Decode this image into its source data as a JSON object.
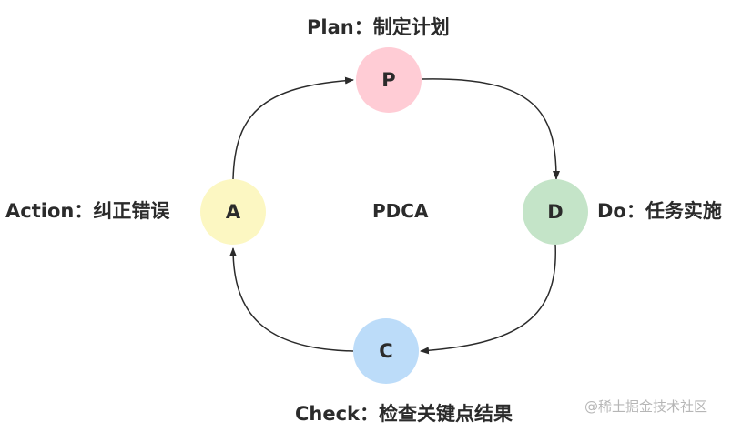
{
  "diagram": {
    "center_title": "PDCA",
    "nodes": [
      {
        "id": "plan",
        "letter": "P",
        "label": "Plan：制定计划",
        "color": "#ffccd5"
      },
      {
        "id": "do",
        "letter": "D",
        "label": "Do：任务实施",
        "color": "#c4e4c8"
      },
      {
        "id": "check",
        "letter": "C",
        "label": "Check：检查关键点结果",
        "color": "#bcdcf9"
      },
      {
        "id": "action",
        "letter": "A",
        "label": "Action：纠正错误",
        "color": "#fcf7c2"
      }
    ],
    "edges": [
      {
        "from": "plan",
        "to": "do"
      },
      {
        "from": "do",
        "to": "check"
      },
      {
        "from": "check",
        "to": "action"
      },
      {
        "from": "action",
        "to": "plan"
      }
    ],
    "line_color": "#2b2b2b",
    "text_color": "#2b2b2b"
  },
  "watermark": "@稀土掘金技术社区"
}
